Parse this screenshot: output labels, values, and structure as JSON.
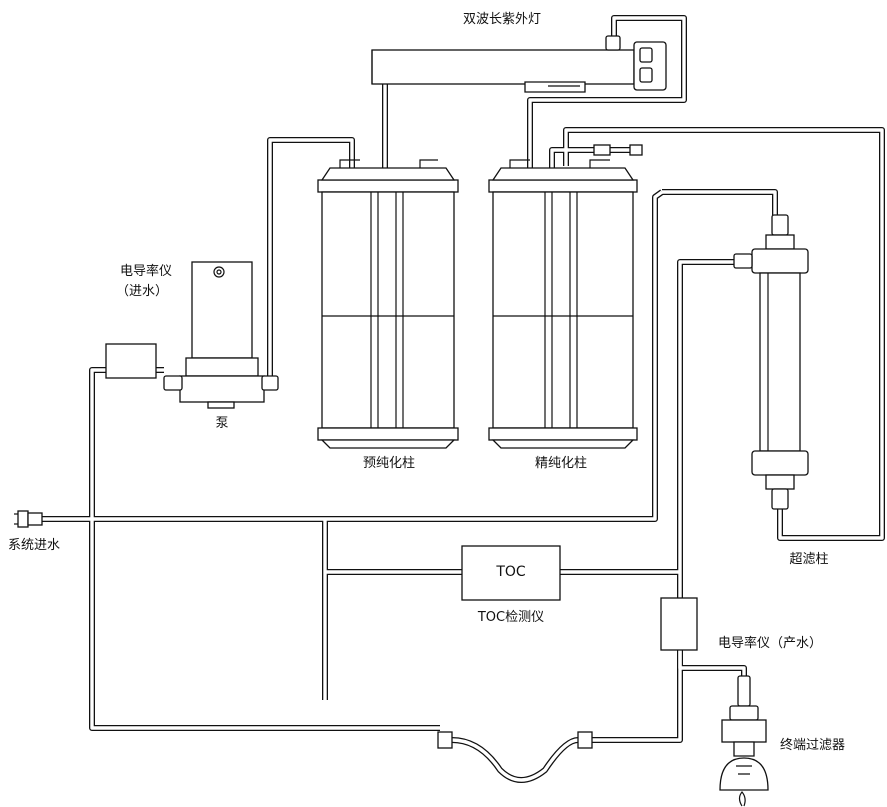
{
  "labels": {
    "uv_lamp": "双波长紫外灯",
    "conductivity_in_line1": "电导率仪",
    "conductivity_in_line2": "（进水）",
    "pump": "泵",
    "pre_column": "预纯化柱",
    "fine_column": "精纯化柱",
    "system_inlet": "系统进水",
    "uf_column": "超滤柱",
    "toc_box": "TOC",
    "toc_detector": "TOC检测仪",
    "conductivity_out": "电导率仪（产水）",
    "terminal_filter": "终端过滤器"
  },
  "colors": {
    "line": "#111111",
    "background": "#ffffff"
  }
}
